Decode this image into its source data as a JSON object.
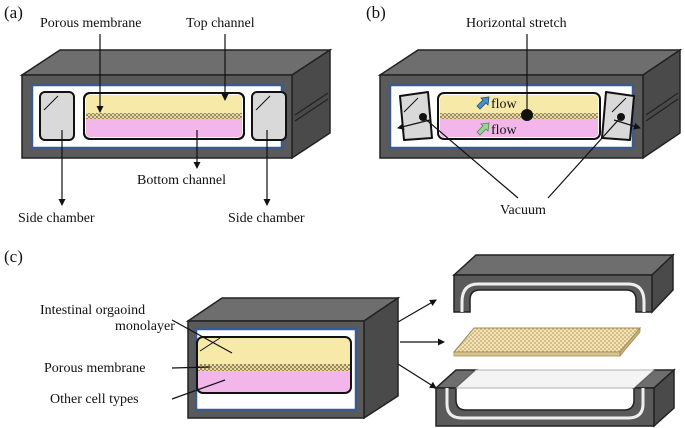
{
  "panels": {
    "a": "(a)",
    "b": "(b)",
    "c": "(c)"
  },
  "panel_a": {
    "porous_membrane": "Porous membrane",
    "top_channel": "Top channel",
    "bottom_channel": "Bottom channel",
    "side_chamber_left": "Side chamber",
    "side_chamber_right": "Side chamber"
  },
  "panel_b": {
    "horizontal_stretch": "Horizontal stretch",
    "flow_top": "flow",
    "flow_bottom": "flow",
    "vacuum": "Vacuum"
  },
  "panel_c": {
    "intestinal_line1": "Intestinal orgaoind",
    "intestinal_line2": "monolayer",
    "porous_membrane": "Porous membrane",
    "other_cell_types": "Other cell types"
  },
  "colors": {
    "device_dark": "#5a5a5a",
    "device_top": "#6e6e6e",
    "device_side": "#4a4a4a",
    "blue_border": "#3b5b8f",
    "top_channel_fill": "#f7e9a8",
    "bottom_channel_fill": "#f2b6ea",
    "side_chamber_fill": "#d9d9d9",
    "flow_arrow_blue": "#4a90c8",
    "flow_arrow_green": "#9bd49a"
  }
}
